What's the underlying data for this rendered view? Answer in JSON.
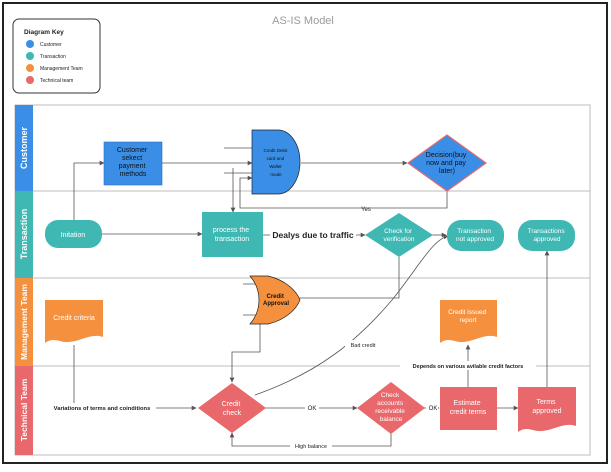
{
  "title": "AS-IS Model",
  "key": {
    "title": "Diagram Key",
    "items": [
      {
        "label": "Customer",
        "color": "#3a8ee6"
      },
      {
        "label": "Transaction",
        "color": "#3fb8b3"
      },
      {
        "label": "Management Team",
        "color": "#f5913e"
      },
      {
        "label": "Technical team",
        "color": "#e8686c"
      }
    ]
  },
  "lanes": [
    "Customer",
    "Transaction",
    "Management Team",
    "Technical Team"
  ],
  "nodes": {
    "select_payment": [
      "Customer",
      "sekect",
      "payment",
      "methods"
    ],
    "credit_gate": [
      "Credit Debit",
      "card  and",
      "Wallet",
      "mode"
    ],
    "decision_bnpl": [
      "Decision(buy",
      "now and pay",
      "later)"
    ],
    "initiation": "Initation",
    "process": [
      "process  the",
      "transaction"
    ],
    "verification": [
      "Check for",
      "verification"
    ],
    "not_approved": [
      "Transaction",
      "not approved"
    ],
    "approved": [
      "Transactions",
      "approved"
    ],
    "credit_approval": [
      "Credit",
      "Approval"
    ],
    "credit_criteria": "Credit criteria",
    "credit_report": [
      "Credit issued",
      "report"
    ],
    "credit_check": [
      "Credit",
      "check"
    ],
    "check_accounts": [
      "Check",
      "accounts",
      "receivable",
      "balance"
    ],
    "estimate_terms": [
      "Estimate",
      "credit terms"
    ],
    "terms_approved": [
      "Terms",
      "approved"
    ]
  },
  "edge_labels": {
    "yes": "Yes",
    "traffic": "Dealys due to traffic",
    "bad_credit": "Bad credit",
    "factors": "Depends on various avilable credit factors",
    "variations": "Variations of terms and coinditions",
    "ok1": "OK",
    "ok2": "OK",
    "high_balance": "High balance"
  }
}
